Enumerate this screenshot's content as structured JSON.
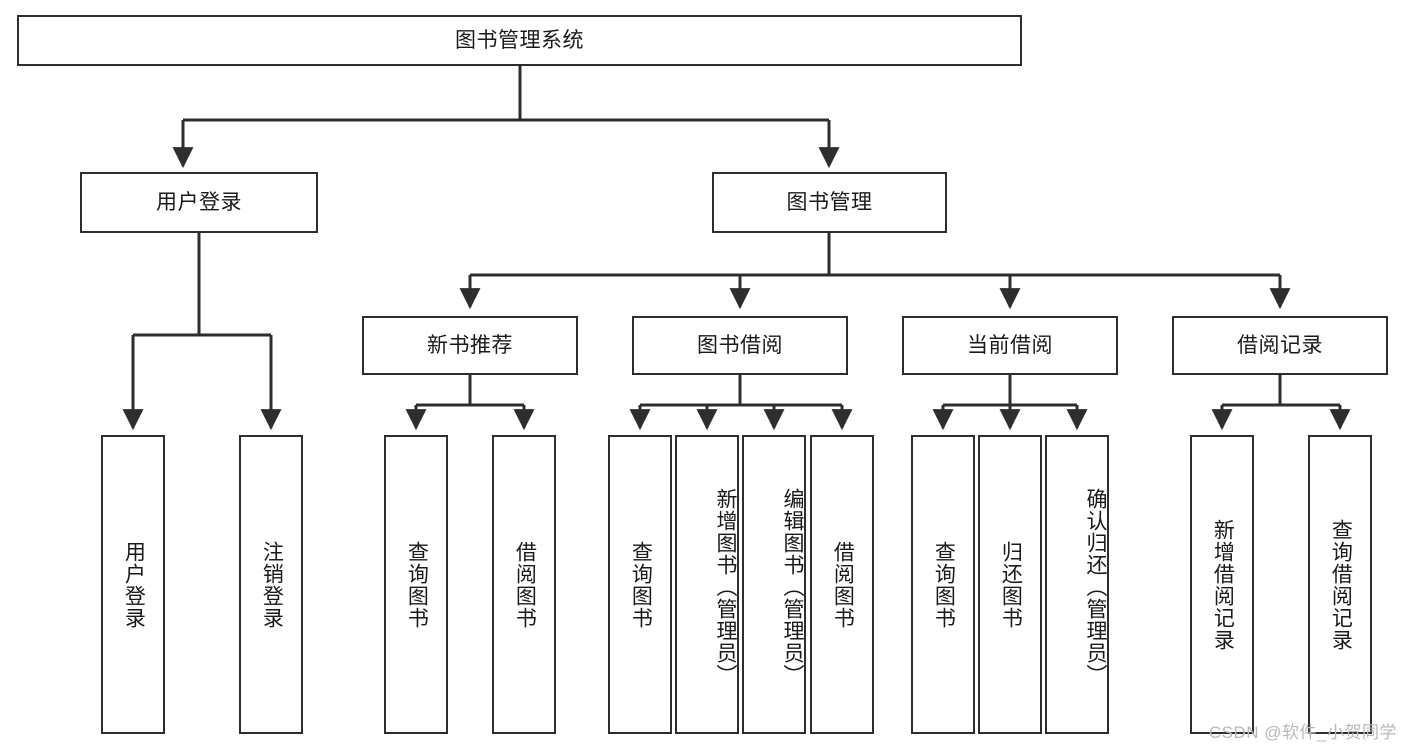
{
  "diagram": {
    "title": "图书管理系统",
    "watermark": "CSDN @软件_小贺同学",
    "root": {
      "label": "图书管理系统"
    },
    "level1": [
      {
        "label": "用户登录"
      },
      {
        "label": "图书管理"
      }
    ],
    "level2": [
      {
        "label": "新书推荐"
      },
      {
        "label": "图书借阅"
      },
      {
        "label": "当前借阅"
      },
      {
        "label": "借阅记录"
      }
    ],
    "leaves": {
      "user_login": [
        {
          "label": "用户登录"
        },
        {
          "label": "注销登录"
        }
      ],
      "new_book_recommend": [
        {
          "label": "查询图书"
        },
        {
          "label": "借阅图书"
        }
      ],
      "book_borrow": [
        {
          "label": "查询图书"
        },
        {
          "label": "新增图书（管理员）"
        },
        {
          "label": "编辑图书（管理员）"
        },
        {
          "label": "借阅图书"
        }
      ],
      "current_borrow": [
        {
          "label": "查询图书"
        },
        {
          "label": "归还图书"
        },
        {
          "label": "确认归还（管理员）"
        }
      ],
      "borrow_record": [
        {
          "label": "新增借阅记录"
        },
        {
          "label": "查询借阅记录"
        }
      ]
    },
    "colors": {
      "stroke": "#2e2e2e",
      "fill": "#ffffff",
      "text": "#1a1a1a",
      "watermark": "#b9b9b9"
    }
  }
}
